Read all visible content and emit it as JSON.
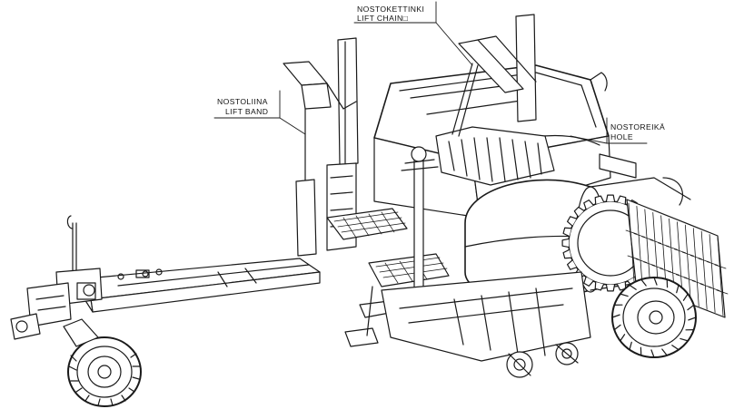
{
  "callouts": {
    "lift_chain": {
      "fi": "NOSTOKETTINKI",
      "en": "LIFT CHAIN□"
    },
    "lift_band": {
      "fi": "NOSTOLIINA",
      "en": "LIFT BAND"
    },
    "hole": {
      "fi": "NOSTOREIKÄ",
      "en": "HOLE"
    }
  },
  "colors": {
    "ink": "#1a1a1a",
    "paper": "#ffffff"
  }
}
